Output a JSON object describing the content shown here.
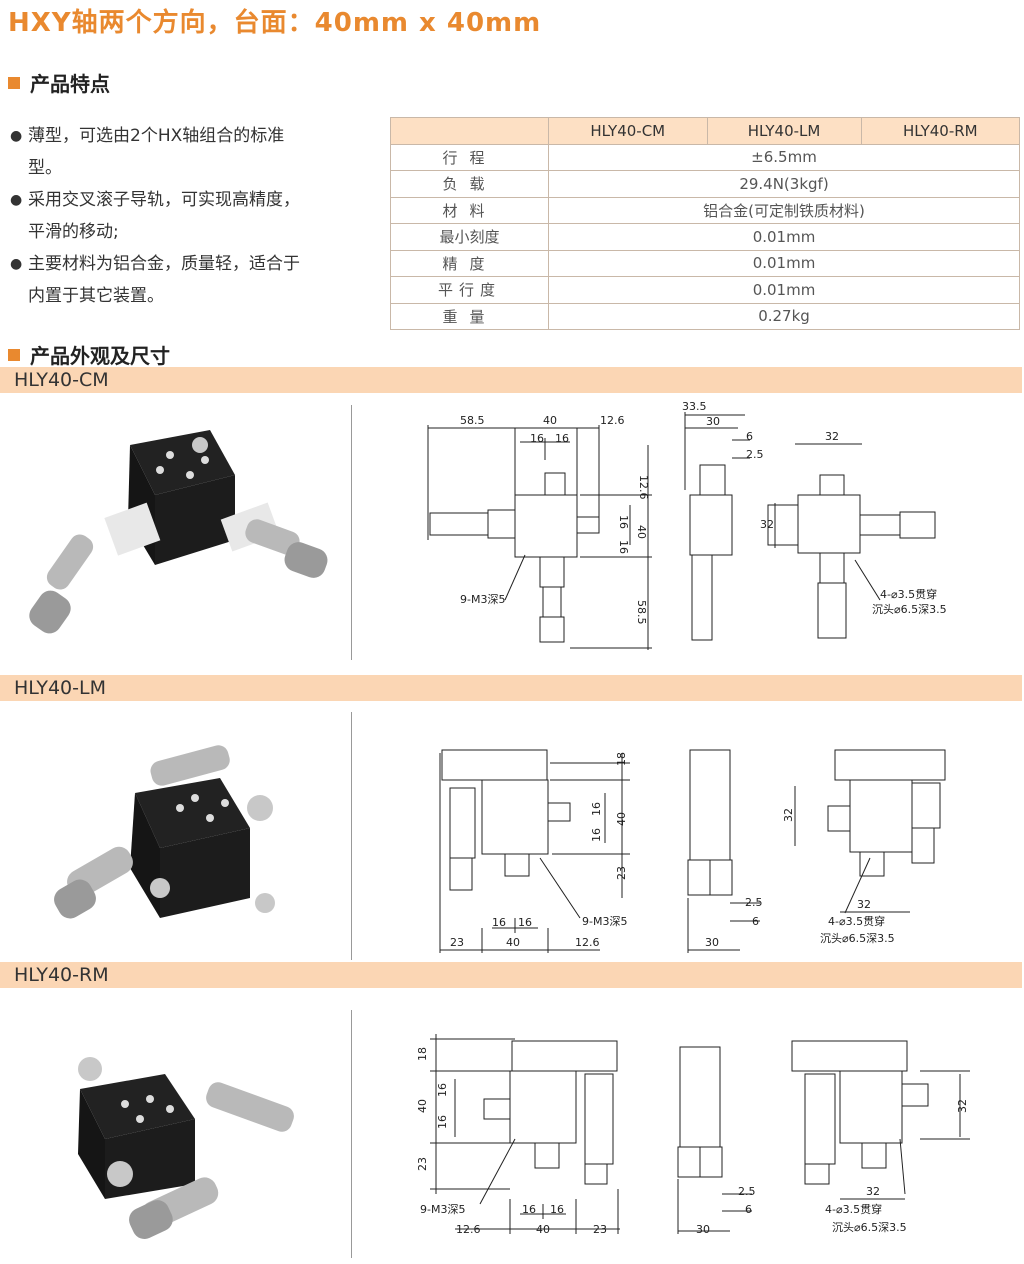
{
  "title": "HXY轴两个方向，台面：40mm x 40mm",
  "section_features": "产品特点",
  "features": [
    "薄型，可选由2个HX轴组合的标准型。",
    "采用交叉滚子导轨，可实现高精度，平滑的移动;",
    "主要材料为铝合金，质量轻，适合于内置于其它装置。"
  ],
  "spec_table": {
    "headers": [
      "",
      "HLY40-CM",
      "HLY40-LM",
      "HLY40-RM"
    ],
    "rows": [
      {
        "label": "行程",
        "value": "±6.5mm"
      },
      {
        "label": "负载",
        "value": "29.4N(3kgf)"
      },
      {
        "label": "材料",
        "value": "铝合金(可定制铁质材料)"
      },
      {
        "label": "最小刻度",
        "value": "0.01mm"
      },
      {
        "label": "精度",
        "value": "0.01mm"
      },
      {
        "label": "平行度",
        "value": "0.01mm"
      },
      {
        "label": "重量",
        "value": "0.27kg"
      }
    ]
  },
  "section_dims": "产品外观及尺寸",
  "models": [
    {
      "name": "HLY40-CM",
      "dims": {
        "a": "58.5",
        "b": "40",
        "c": "12.6",
        "d": "16",
        "e": "16",
        "f": "33.5",
        "g": "30",
        "h": "6",
        "i": "2.5",
        "j": "12.6",
        "k": "16",
        "l": "40",
        "m": "16",
        "n": "58.5",
        "o": "32",
        "p": "32",
        "q": "9-M3深5",
        "r": "4-⌀3.5贯穿",
        "s": "沉头⌀6.5深3.5"
      }
    },
    {
      "name": "HLY40-LM",
      "dims": {
        "a": "18",
        "b": "16",
        "c": "40",
        "d": "16",
        "e": "23",
        "f": "32",
        "g": "2.5",
        "h": "6",
        "i": "32",
        "j": "9-M3深5",
        "k": "4-⌀3.5贯穿",
        "l": "沉头⌀6.5深3.5",
        "m": "23",
        "n": "16",
        "o": "16",
        "p": "40",
        "q": "12.6",
        "r": "30"
      }
    },
    {
      "name": "HLY40-RM",
      "dims": {
        "a": "18",
        "b": "16",
        "c": "40",
        "d": "16",
        "e": "23",
        "f": "32",
        "g": "2.5",
        "h": "6",
        "i": "32",
        "j": "9-M3深5",
        "k": "4-⌀3.5贯穿",
        "l": "沉头⌀6.5深3.5",
        "m": "12.6",
        "n": "16",
        "o": "16",
        "p": "40",
        "q": "23",
        "r": "30"
      }
    }
  ]
}
